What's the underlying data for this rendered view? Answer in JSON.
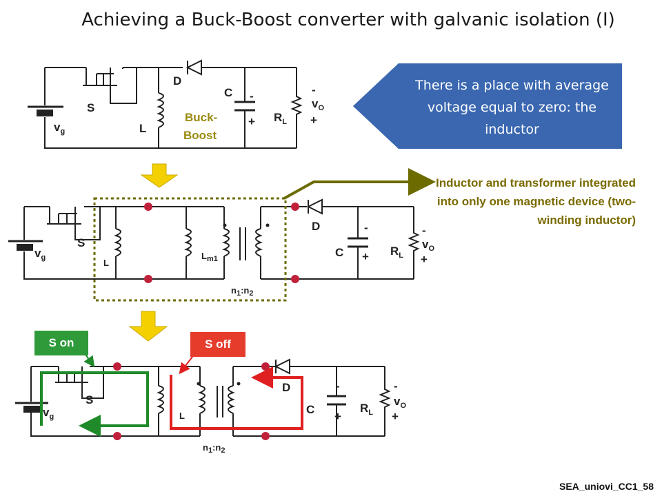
{
  "title": "Achieving a Buck-Boost converter with galvanic isolation (I)",
  "callout": {
    "text": "There is a place  with average voltage equal to zero: the inductor",
    "color": "#3a67b0"
  },
  "note": {
    "text": "Inductor and transformer integrated into only one magnetic device (two-winding inductor)",
    "color": "#6b6b00"
  },
  "circuit1": {
    "switch": "S",
    "source": "v",
    "source_sub": "g",
    "inductor": "L",
    "diode": "D",
    "capacitor": "C",
    "cap_minus": "-",
    "cap_plus": "+",
    "load": "R",
    "load_sub": "L",
    "out_minus": "-",
    "out": "v",
    "out_sub": "O",
    "out_plus": "+",
    "type_label_1": "Buck-",
    "type_label_2": "Boost"
  },
  "circuit2": {
    "switch": "S",
    "source": "v",
    "source_sub": "g",
    "inductor": "L",
    "magnetizing": "L",
    "magnetizing_sub": "m1",
    "ratio": "n",
    "ratio_sub1": "1",
    "ratio_mid": ":n",
    "ratio_sub2": "2",
    "diode": "D",
    "capacitor": "C",
    "cap_minus": "-",
    "cap_plus": "+",
    "load": "R",
    "load_sub": "L",
    "out_minus": "-",
    "out": "v",
    "out_sub": "O",
    "out_plus": "+"
  },
  "circuit3": {
    "switch": "S",
    "source": "v",
    "source_sub": "g",
    "inductor": "L",
    "ratio": "n",
    "ratio_sub1": "1",
    "ratio_mid": ":n",
    "ratio_sub2": "2",
    "diode": "D",
    "capacitor": "C",
    "cap_minus": "-",
    "cap_plus": "+",
    "load": "R",
    "load_sub": "L",
    "out_minus": "-",
    "out": "v",
    "out_sub": "O",
    "out_plus": "+"
  },
  "tags": {
    "s_on": "S on",
    "s_off": "S off",
    "on_color": "#2e9a3a",
    "off_color": "#e53c2c"
  },
  "footer": "SEA_uniovi_CC1_58"
}
